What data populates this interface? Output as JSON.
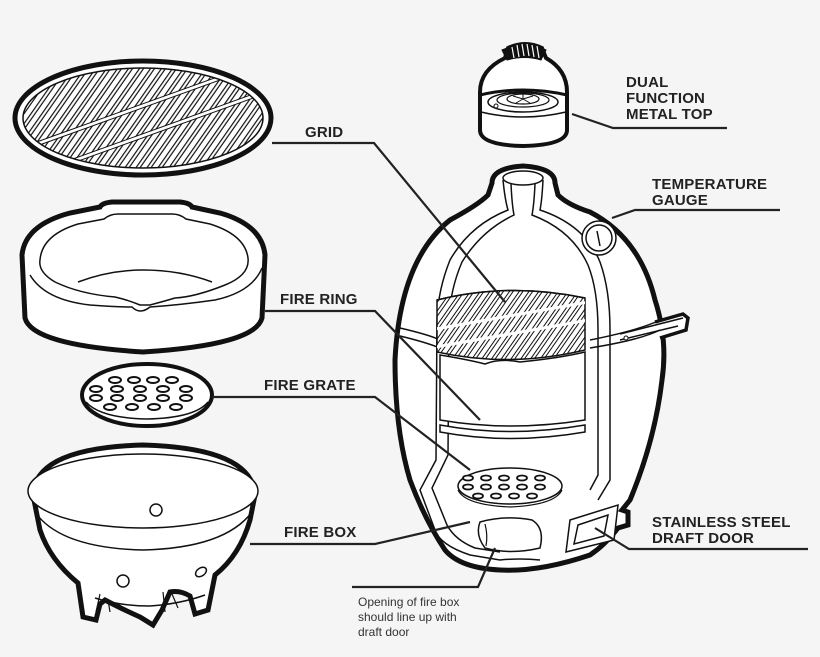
{
  "diagram": {
    "background": "#f5f5f5",
    "stroke_color": "#111111",
    "fill_color": "#ffffff",
    "parts": [
      {
        "id": "grid",
        "label_lines": [
          "GRID"
        ]
      },
      {
        "id": "fire-ring",
        "label_lines": [
          "FIRE RING"
        ]
      },
      {
        "id": "fire-grate",
        "label_lines": [
          "FIRE GRATE"
        ]
      },
      {
        "id": "fire-box",
        "label_lines": [
          "FIRE BOX"
        ]
      },
      {
        "id": "dual-function-metal-top",
        "label_lines": [
          "DUAL",
          "FUNCTION",
          "METAL TOP"
        ]
      },
      {
        "id": "temperature-gauge",
        "label_lines": [
          "TEMPERATURE",
          "GAUGE"
        ]
      },
      {
        "id": "stainless-steel-draft-door",
        "label_lines": [
          "STAINLESS STEEL",
          "DRAFT DOOR"
        ]
      }
    ],
    "note": {
      "lines": [
        "Opening of fire box",
        "should line up with",
        "draft door"
      ]
    }
  }
}
